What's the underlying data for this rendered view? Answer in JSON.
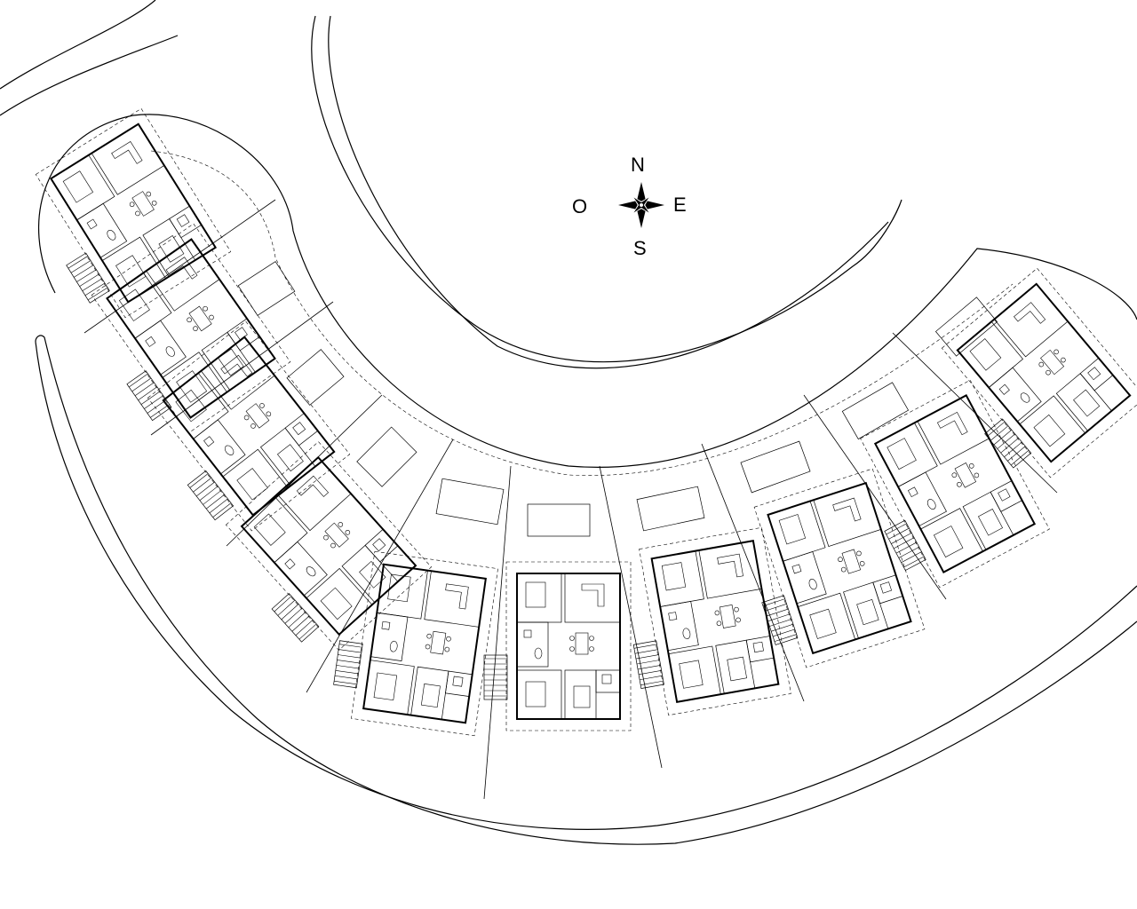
{
  "compass": {
    "north": "N",
    "south": "S",
    "east": "E",
    "west": "O"
  },
  "colors": {
    "background": "#ffffff",
    "linework": "#000000"
  },
  "houses": [
    {
      "id": "house-1"
    },
    {
      "id": "house-2"
    },
    {
      "id": "house-3"
    },
    {
      "id": "house-4"
    },
    {
      "id": "house-5"
    },
    {
      "id": "house-6"
    },
    {
      "id": "house-7"
    },
    {
      "id": "house-8"
    },
    {
      "id": "house-9"
    },
    {
      "id": "house-10"
    }
  ]
}
